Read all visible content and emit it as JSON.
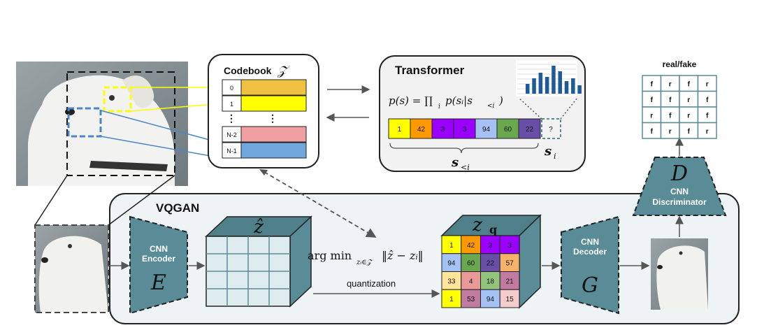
{
  "vqgan": {
    "title": "VQGAN",
    "encoder": {
      "line1": "CNN",
      "line2": "Encoder",
      "symbol": "E"
    },
    "decoder": {
      "line1": "CNN",
      "line2": "Decoder",
      "symbol": "G"
    },
    "z_hat_label": "ẑ",
    "zq_label": "z",
    "zq_subscript": "q",
    "argmin": {
      "main": "arg min",
      "sub": "zᵢ∈𝒵",
      "expr": "‖ẑ − zᵢ‖"
    },
    "quantization_label": "quantization",
    "zq_grid": [
      [
        "1",
        "42",
        "3",
        "3"
      ],
      [
        "94",
        "60",
        "22",
        "57"
      ],
      [
        "33",
        "4",
        "18",
        "21"
      ],
      [
        "1",
        "53",
        "94",
        "15"
      ]
    ]
  },
  "codebook": {
    "title": "Codebook",
    "symbol": "𝒵",
    "entries": [
      {
        "index": "0",
        "color": "#f0c040"
      },
      {
        "index": "1",
        "color": "#ffff00"
      },
      {
        "index": "N-2",
        "color": "#f0a0a0"
      },
      {
        "index": "N-1",
        "color": "#6fa8dc"
      }
    ]
  },
  "transformer": {
    "title": "Transformer",
    "formula_left": "p(s) = ∏",
    "formula_sub": "i",
    "formula_right": "p(sᵢ|s",
    "formula_tail": "<i",
    "formula_close": ")",
    "sequence": [
      {
        "value": "1",
        "color": "#ffff00"
      },
      {
        "value": "42",
        "color": "#ff9900"
      },
      {
        "value": "3",
        "color": "#9900ff"
      },
      {
        "value": "3",
        "color": "#9900ff"
      },
      {
        "value": "94",
        "color": "#a4c2f4"
      },
      {
        "value": "60",
        "color": "#6aa84f"
      },
      {
        "value": "22",
        "color": "#674ea7"
      }
    ],
    "next_token": "?",
    "s_less_label": "s",
    "s_less_sub": "<i",
    "s_i_label": "s",
    "s_i_sub": "i",
    "histogram": [
      0.35,
      0.55,
      0.75,
      0.6,
      1.0,
      0.8,
      0.45,
      0.55,
      0.3
    ]
  },
  "discriminator": {
    "title": "real/fake",
    "line1": "CNN",
    "line2": "Discriminator",
    "symbol": "D",
    "grid": [
      [
        "f",
        "r",
        "f",
        "r"
      ],
      [
        "f",
        "f",
        "r",
        "f"
      ],
      [
        "r",
        "f",
        "r",
        "f"
      ],
      [
        "f",
        "r",
        "f",
        "r"
      ]
    ]
  },
  "colors": {
    "teal": "#5a8c97",
    "teal_dark": "#3c6a74",
    "panel": "#eef4f5",
    "transformer_panel": "#f2f2f2",
    "bar": "#1f5a99"
  }
}
